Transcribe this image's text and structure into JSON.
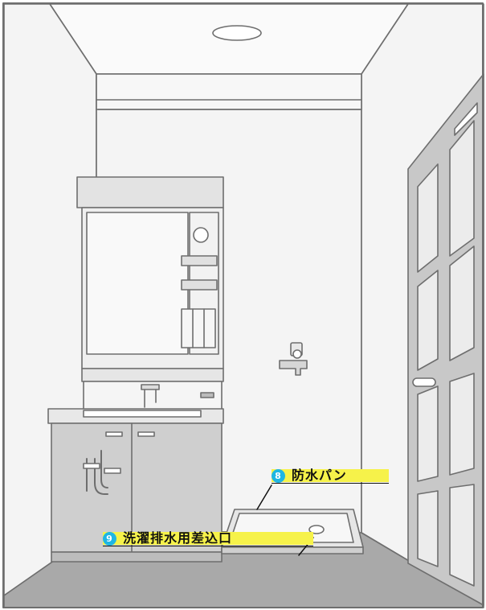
{
  "labels": [
    {
      "number": "8",
      "text": "防水パン"
    },
    {
      "number": "9",
      "text": "洗濯排水用差込口"
    }
  ],
  "colors": {
    "highlight": "#f6f24a",
    "badge_fill": "#1fb6e3",
    "badge_text": "#ffffff",
    "line": "#6e6e6e",
    "wall": "#f4f4f4",
    "floor": "#a9a9a9",
    "ceiling": "#fafafa",
    "cabinet": "#cfcfcf",
    "door": "#c8c8c8",
    "door_panel": "#ececec",
    "mirror": "#f9f9f9"
  }
}
